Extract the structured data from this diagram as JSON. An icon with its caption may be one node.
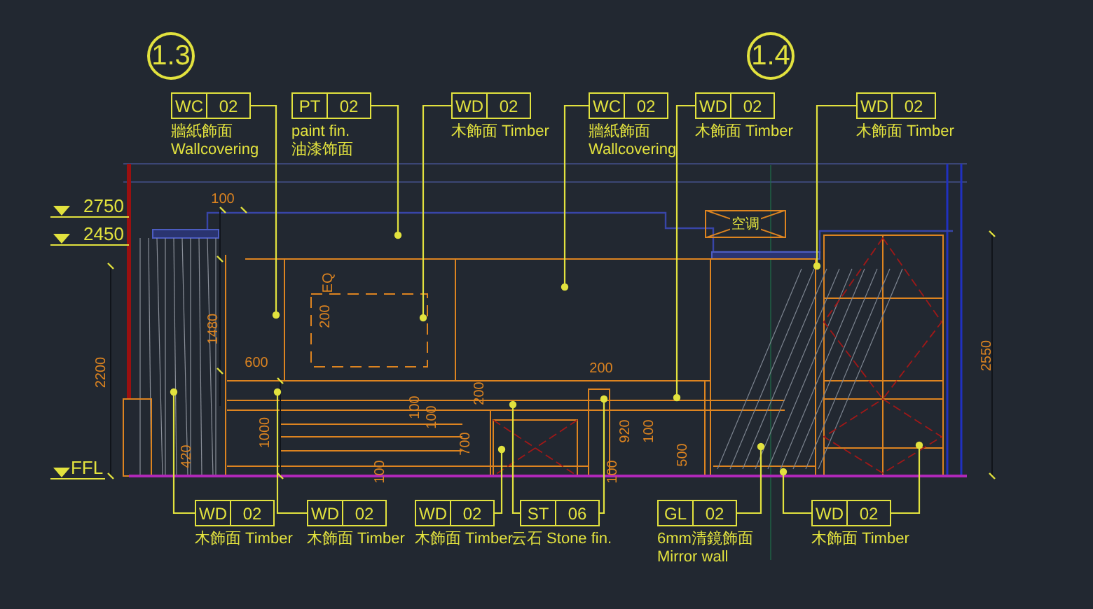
{
  "diagram": {
    "nodes": [
      {
        "text": [
          "1.3"
        ]
      },
      {
        "text": [
          "1.4"
        ]
      },
      {
        "text": [
          "WC",
          "02"
        ],
        "beside": [
          "牆紙飾面",
          "Wallcovering"
        ]
      },
      {
        "text": [
          "PT",
          "02"
        ],
        "beside": [
          "paint fin.",
          "油漆饰面"
        ]
      },
      {
        "text": [
          "WD",
          "02"
        ],
        "beside": [
          "木飾面 Timber"
        ]
      },
      {
        "text": [
          "WC",
          "02"
        ],
        "beside": [
          "牆紙飾面",
          "Wallcovering"
        ]
      },
      {
        "text": [
          "WD",
          "02"
        ],
        "beside": [
          "木飾面 Timber"
        ]
      },
      {
        "text": [
          "WD",
          "02"
        ],
        "beside": [
          "木飾面 Timber"
        ]
      },
      {
        "text": [
          "WD",
          "02"
        ],
        "beside": [
          "木飾面 Timber"
        ]
      },
      {
        "text": [
          "WD",
          "02"
        ],
        "beside": [
          "木飾面 Timber"
        ]
      },
      {
        "text": [
          "WD",
          "02"
        ],
        "beside": [
          "木飾面 Timber"
        ]
      },
      {
        "text": [
          "ST",
          "06"
        ],
        "beside": [
          "云石 Stone fin."
        ]
      },
      {
        "text": [
          "GL",
          "02"
        ],
        "beside": [
          "6mm清鏡飾面",
          "Mirror wall"
        ]
      },
      {
        "text": [
          "WD",
          "02"
        ],
        "beside": [
          "木飾面 Timber"
        ]
      },
      {
        "text": [
          "空调"
        ]
      }
    ],
    "edges": [
      {
        "from": 2,
        "to": null,
        "arrow": "other"
      },
      {
        "from": 3,
        "to": null,
        "arrow": "other"
      },
      {
        "from": 4,
        "to": null,
        "arrow": "other"
      },
      {
        "from": 5,
        "to": null,
        "arrow": "other"
      },
      {
        "from": 6,
        "to": null,
        "arrow": "other"
      },
      {
        "from": 7,
        "to": null,
        "arrow": "other"
      },
      {
        "from": 8,
        "to": null,
        "arrow": "other"
      },
      {
        "from": 9,
        "to": null,
        "arrow": "other"
      },
      {
        "from": 10,
        "to": null,
        "arrow": "other"
      },
      {
        "from": 11,
        "to": null,
        "arrow": "other"
      },
      {
        "from": 11,
        "to": null,
        "arrow": "other"
      },
      {
        "from": 12,
        "to": null,
        "arrow": "other"
      },
      {
        "from": 13,
        "to": null,
        "arrow": "other"
      },
      {
        "from": 13,
        "to": null,
        "arrow": "other"
      }
    ],
    "labels": [
      "100",
      "2750",
      "2450",
      "EQ",
      "200",
      "1480",
      "2200",
      "600",
      "200",
      "200",
      "100",
      "100",
      "1000",
      "100",
      "920",
      "700",
      "500",
      "420",
      "FFL",
      "100",
      "100",
      "2550"
    ]
  }
}
